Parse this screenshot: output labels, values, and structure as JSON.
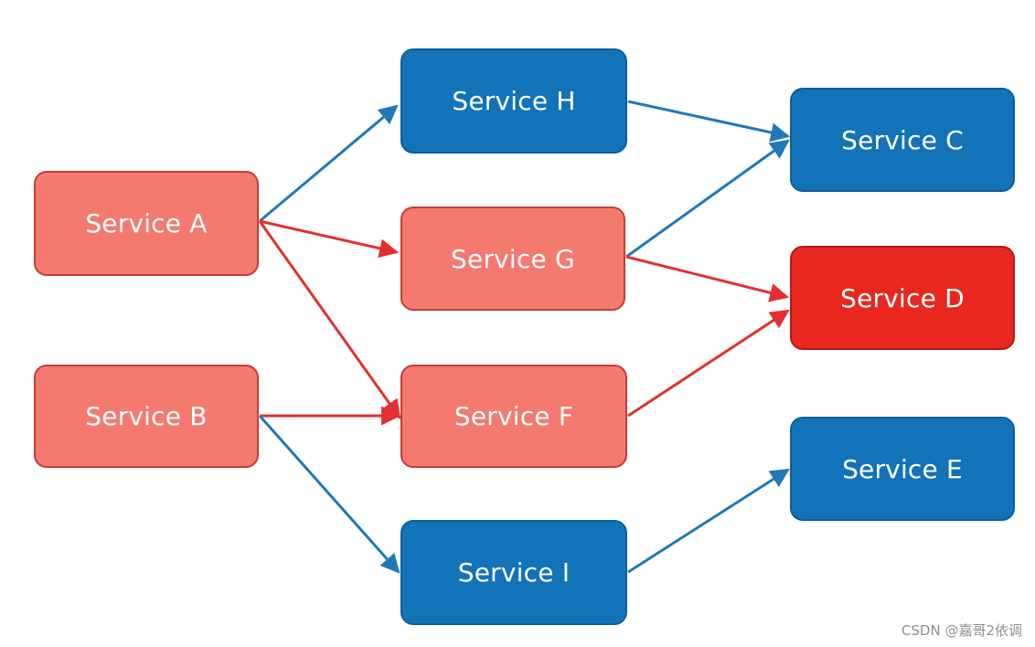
{
  "colors": {
    "normal_fill": "#1273B9",
    "normal_border": "#0E5E98",
    "affected_fill": "#F47A70",
    "affected_border": "#C63C33",
    "failed_fill": "#E8271F",
    "failed_border": "#B21B15",
    "normal_edge": "#1F78B8",
    "affected_edge": "#E03030"
  },
  "nodes": {
    "A": {
      "label": "Service A",
      "state": "affected"
    },
    "B": {
      "label": "Service B",
      "state": "affected"
    },
    "H": {
      "label": "Service H",
      "state": "normal"
    },
    "G": {
      "label": "Service G",
      "state": "affected"
    },
    "F": {
      "label": "Service F",
      "state": "affected"
    },
    "I": {
      "label": "Service I",
      "state": "normal"
    },
    "C": {
      "label": "Service C",
      "state": "normal"
    },
    "D": {
      "label": "Service D",
      "state": "failed"
    },
    "E": {
      "label": "Service E",
      "state": "normal"
    }
  },
  "edges": [
    {
      "from": "A",
      "to": "H",
      "state": "normal"
    },
    {
      "from": "A",
      "to": "G",
      "state": "affected"
    },
    {
      "from": "A",
      "to": "F",
      "state": "affected"
    },
    {
      "from": "B",
      "to": "F",
      "state": "affected"
    },
    {
      "from": "B",
      "to": "I",
      "state": "normal"
    },
    {
      "from": "H",
      "to": "C",
      "state": "normal"
    },
    {
      "from": "G",
      "to": "C",
      "state": "normal"
    },
    {
      "from": "G",
      "to": "D",
      "state": "affected"
    },
    {
      "from": "F",
      "to": "D",
      "state": "affected"
    },
    {
      "from": "I",
      "to": "E",
      "state": "normal"
    }
  ],
  "watermark": "CSDN @嘉哥2依调"
}
